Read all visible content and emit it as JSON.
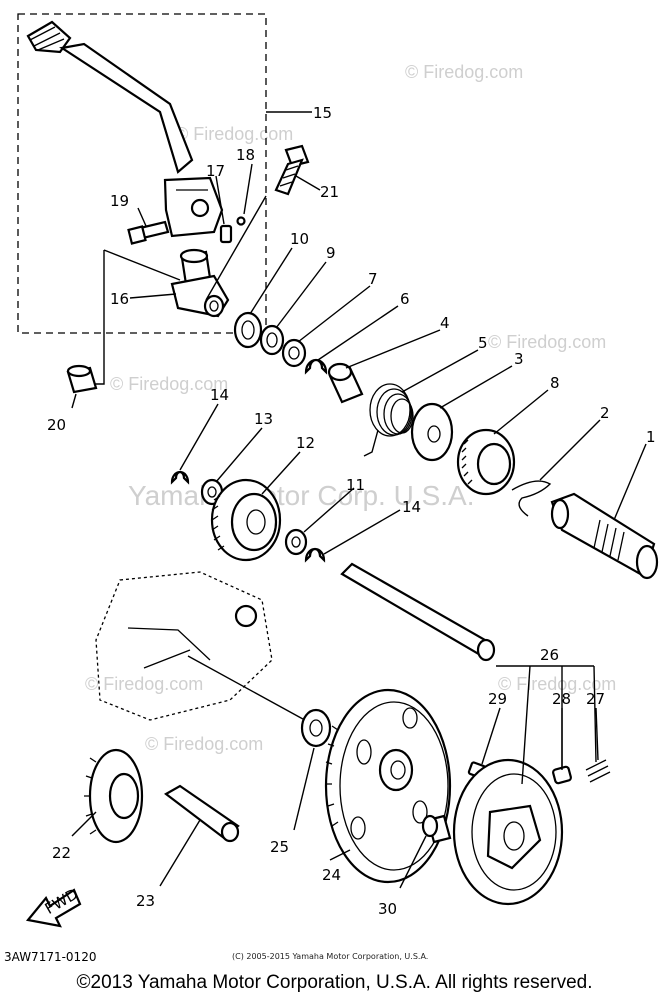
{
  "diagram_code": "3AW7171-0120",
  "copyright_small": "(C) 2005-2015 Yamaha Motor Corporation, U.S.A.",
  "copyright_main": "©2013 Yamaha Motor Corporation, U.S.A. All rights reserved.",
  "watermark_center": "Yamaha Motor Corp. U.S.A.",
  "watermark_site": "© Firedog.com",
  "fwd_label": "FWD",
  "parts": {
    "p1": "1",
    "p2": "2",
    "p3": "3",
    "p4": "4",
    "p5": "5",
    "p6": "6",
    "p7": "7",
    "p8": "8",
    "p9": "9",
    "p10": "10",
    "p11": "11",
    "p12": "12",
    "p13": "13",
    "p14a": "14",
    "p14b": "14",
    "p15": "15",
    "p16": "16",
    "p17": "17",
    "p18": "18",
    "p19": "19",
    "p20": "20",
    "p21": "21",
    "p22": "22",
    "p23": "23",
    "p24": "24",
    "p25": "25",
    "p26": "26",
    "p27": "27",
    "p28": "28",
    "p29": "29",
    "p30": "30"
  }
}
